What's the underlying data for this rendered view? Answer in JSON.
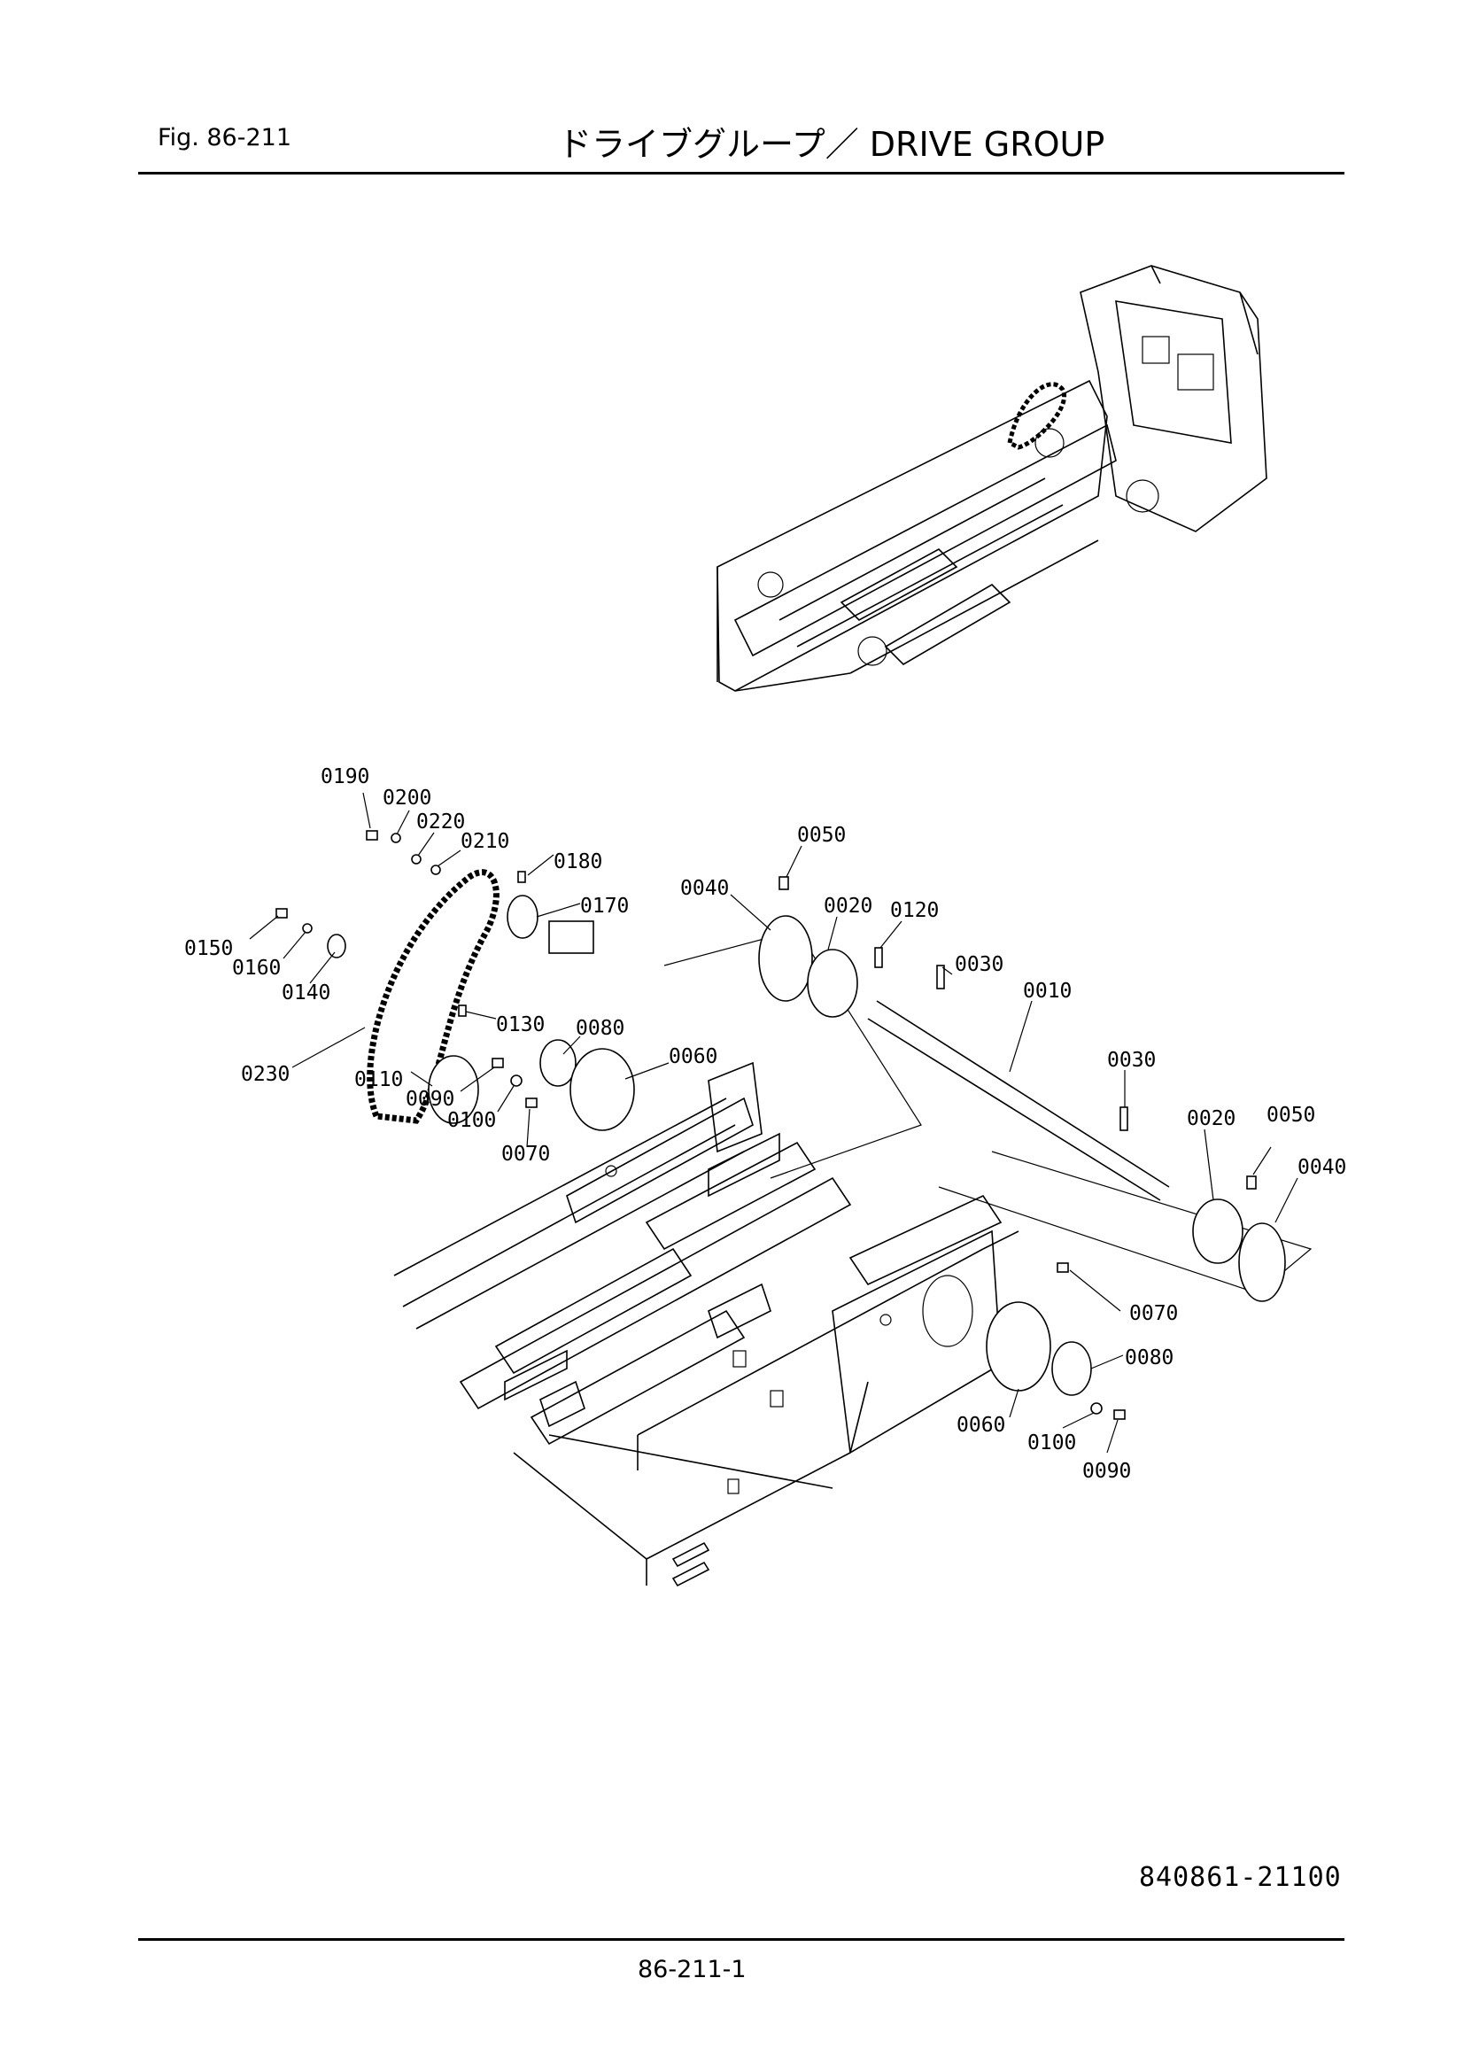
{
  "header": {
    "figure_label": "Fig.  86-211",
    "title": "ドライブグループ／ DRIVE GROUP"
  },
  "footer": {
    "document_number": "840861-21100",
    "page_number": "86-211-1"
  },
  "callouts": [
    "0190",
    "0200",
    "0220",
    "0210",
    "0180",
    "0170",
    "0150",
    "0160",
    "0140",
    "0130",
    "0230",
    "0110",
    "0080",
    "0060",
    "0090",
    "0100",
    "0070",
    "0050",
    "0040",
    "0020",
    "0120",
    "0030",
    "0010",
    "0030",
    "0020",
    "0050",
    "0040",
    "0070",
    "0080",
    "0060",
    "0100",
    "0090"
  ]
}
